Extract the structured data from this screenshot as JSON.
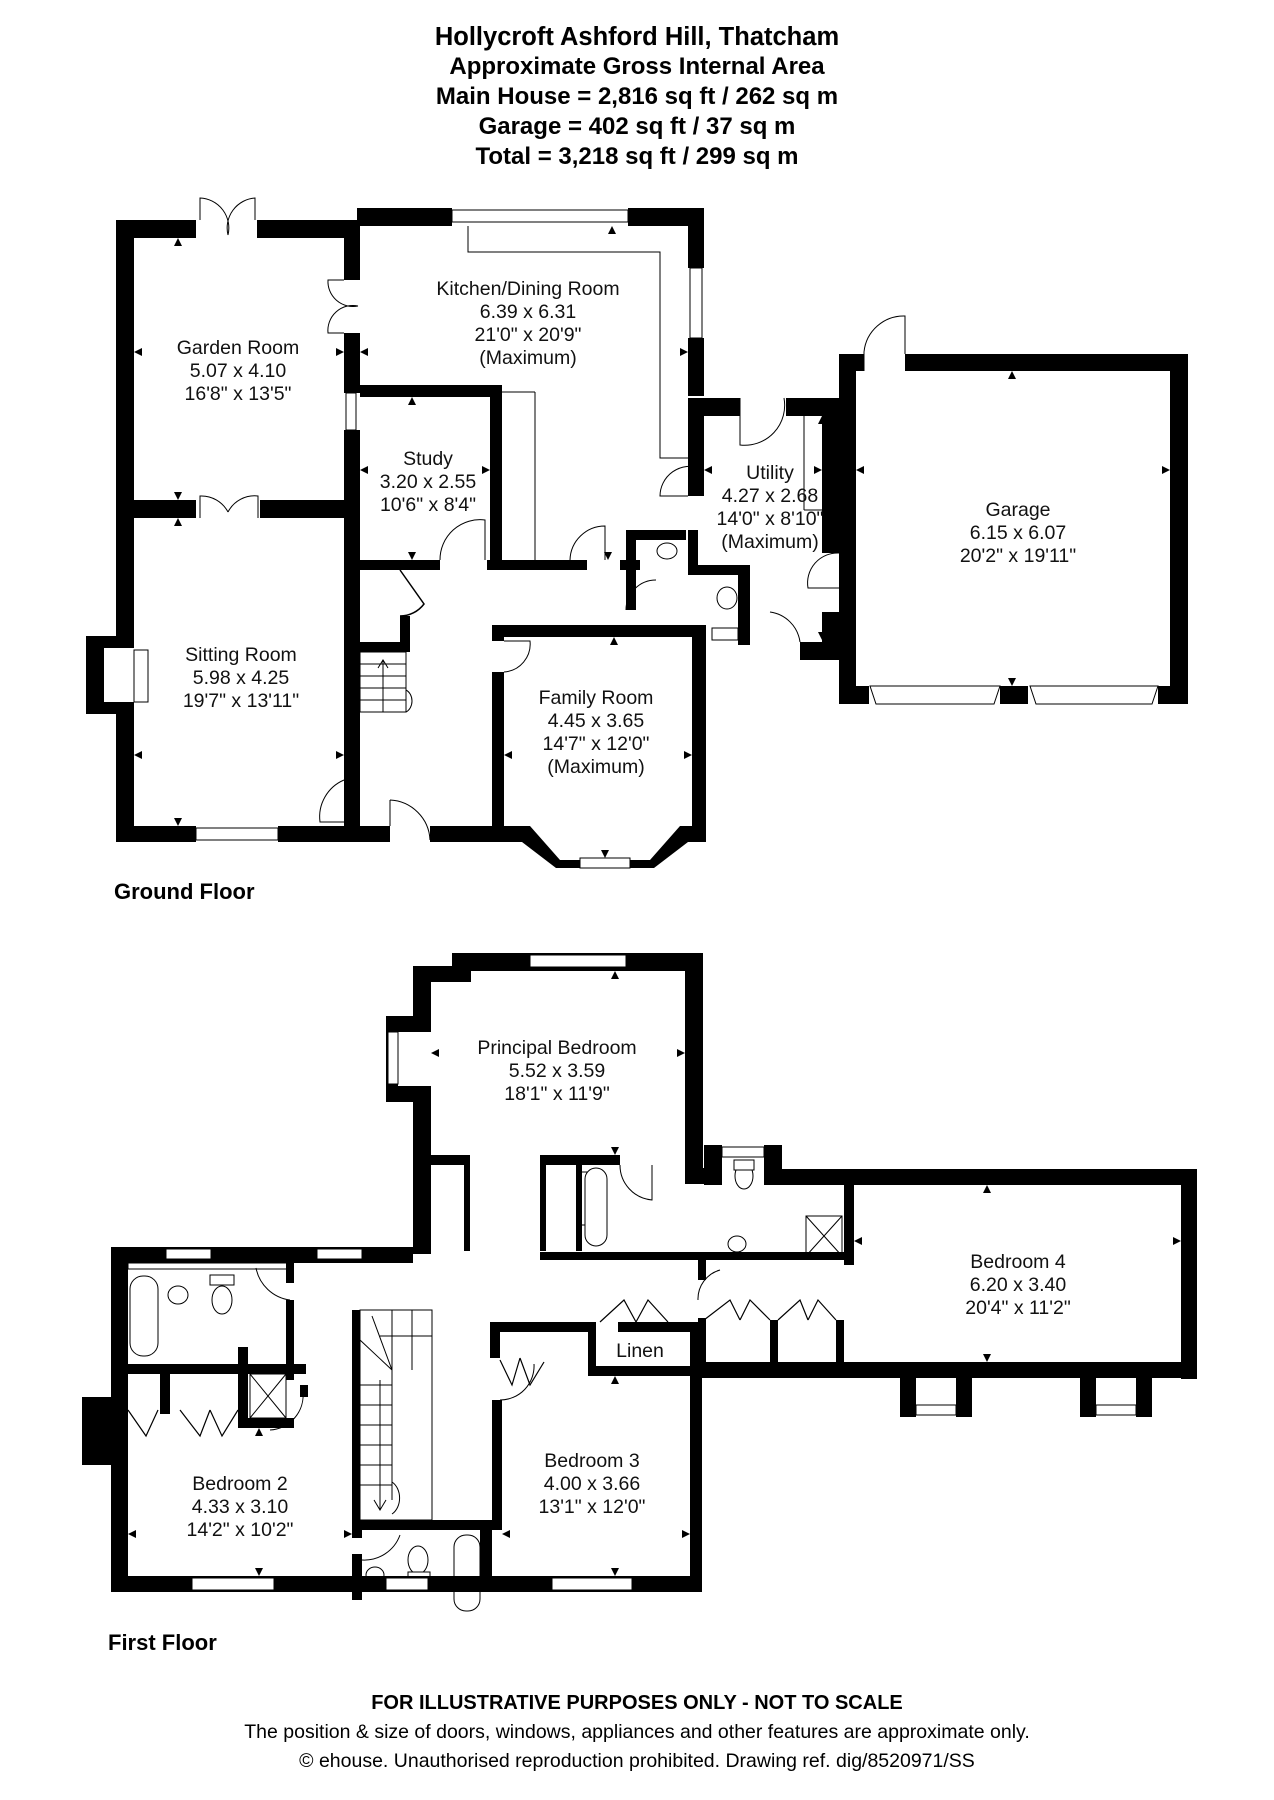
{
  "header": {
    "title": "Hollycroft Ashford Hill, Thatcham",
    "subtitle": "Approximate Gross Internal Area",
    "main_house": "Main House = 2,816 sq ft / 262 sq m",
    "garage": "Garage = 402 sq ft / 37 sq m",
    "total": "Total = 3,218 sq ft / 299 sq m"
  },
  "ground_floor": {
    "label": "Ground Floor",
    "rooms": [
      {
        "name": "Garden Room",
        "metric": "5.07 x 4.10",
        "imperial": "16'8\" x 13'5\"",
        "note": ""
      },
      {
        "name": "Kitchen/Dining Room",
        "metric": "6.39 x 6.31",
        "imperial": "21'0\" x 20'9\"",
        "note": "(Maximum)"
      },
      {
        "name": "Study",
        "metric": "3.20 x 2.55",
        "imperial": "10'6\" x 8'4\"",
        "note": ""
      },
      {
        "name": "Utility",
        "metric": "4.27 x 2.68",
        "imperial": "14'0\" x 8'10\"",
        "note": "(Maximum)"
      },
      {
        "name": "Garage",
        "metric": "6.15 x 6.07",
        "imperial": "20'2\" x 19'11\"",
        "note": ""
      },
      {
        "name": "Sitting Room",
        "metric": "5.98 x 4.25",
        "imperial": "19'7\" x 13'11\"",
        "note": ""
      },
      {
        "name": "Family Room",
        "metric": "4.45 x 3.65",
        "imperial": "14'7\" x 12'0\"",
        "note": "(Maximum)"
      }
    ]
  },
  "first_floor": {
    "label": "First Floor",
    "rooms": [
      {
        "name": "Principal Bedroom",
        "metric": "5.52 x 3.59",
        "imperial": "18'1\" x 11'9\""
      },
      {
        "name": "Bedroom 4",
        "metric": "6.20 x 3.40",
        "imperial": "20'4\" x 11'2\""
      },
      {
        "name": "Bedroom 2",
        "metric": "4.33 x 3.10",
        "imperial": "14'2\" x 10'2\""
      },
      {
        "name": "Bedroom 3",
        "metric": "4.00 x 3.66",
        "imperial": "13'1\" x 12'0\""
      }
    ],
    "linen_label": "Linen"
  },
  "footer": {
    "disclaimer": "FOR ILLUSTRATIVE PURPOSES ONLY - NOT TO SCALE",
    "note": "The position & size of doors, windows, appliances and other features are approximate only.",
    "copyright": "© ehouse. Unauthorised reproduction prohibited. Drawing ref. dig/8520971/SS"
  },
  "colors": {
    "wall": "#000000",
    "background": "#ffffff",
    "fixture_line": "#333333"
  }
}
